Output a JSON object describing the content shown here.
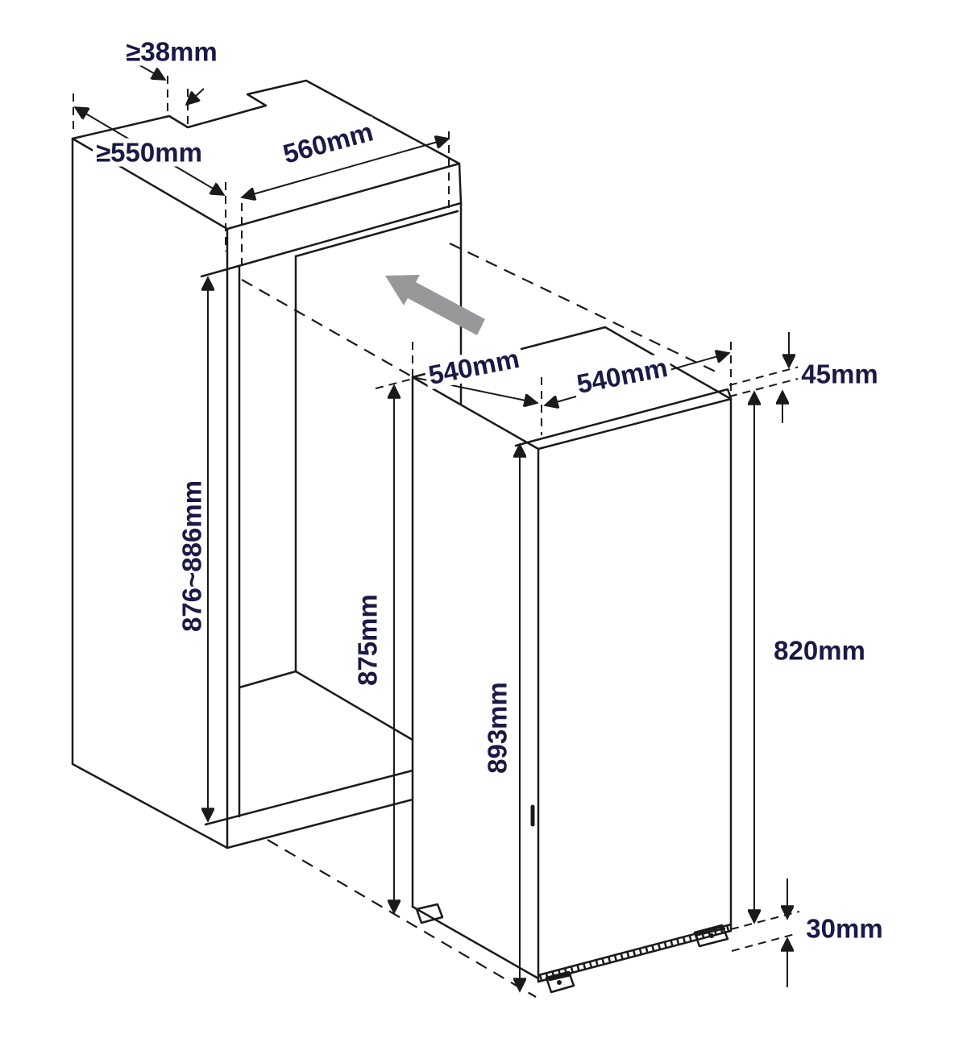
{
  "diagram": {
    "kind": "built-in appliance installation dimension drawing",
    "units": "mm",
    "colors": {
      "line": "#1a1a1a",
      "text": "#1a1a45",
      "insert_arrow": "#98989a",
      "background": "#ffffff"
    },
    "cabinet_niche": {
      "top_rear_clearance": "≥38mm",
      "min_depth": "≥550mm",
      "width": "560mm",
      "interior_depth": "540mm",
      "niche_height": "876~886mm",
      "interior_front_height": "875mm"
    },
    "appliance": {
      "width": "540mm",
      "height": "893mm",
      "door_height": "820mm",
      "top_gap": "45mm",
      "base_recess": "30mm"
    }
  }
}
